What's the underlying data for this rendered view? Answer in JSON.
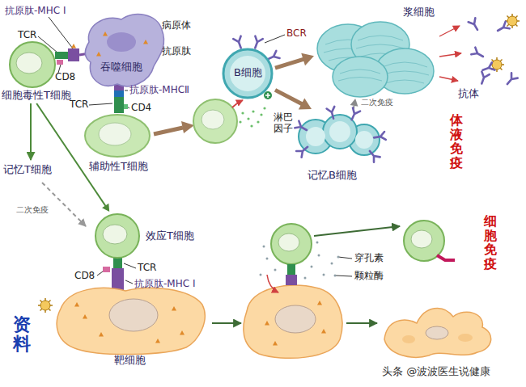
{
  "diagram": {
    "nodes": [
      {
        "text": [
          "细胞毒性T细胞"
        ]
      },
      {
        "text": [
          "吞噬细胞"
        ]
      },
      {
        "text": [
          "辅助性T细胞"
        ]
      },
      {
        "text": [
          "B细胞"
        ]
      },
      {
        "text": [
          "浆细胞"
        ]
      },
      {
        "text": [
          "记忆B细胞"
        ]
      },
      {
        "text": [
          "效应T细胞"
        ]
      },
      {
        "text": [
          "靶细胞"
        ]
      }
    ],
    "edges": [
      {
        "from": 0,
        "to": 6,
        "arrow": "to"
      },
      {
        "from": 3,
        "to": 4,
        "arrow": "to"
      },
      {
        "from": 3,
        "to": 5,
        "arrow": "to"
      },
      {
        "from": 5,
        "to": 4,
        "label": "二次免疫",
        "arrow": "to"
      }
    ],
    "labels": [
      "抗原肽-MHC I",
      "TCR",
      "CD8",
      "病原体",
      "抗原肽",
      "抗原肽-MHCⅡ",
      "TCR",
      "CD4",
      "BCR",
      "淋巴因子",
      "抗体",
      "体液免疫",
      "记忆T细胞",
      "二次免疫",
      "TCR",
      "CD8",
      "抗原肽-MHC I",
      "穿孔素",
      "颗粒酶",
      "细胞免疫",
      "资料",
      "头条 @波波医生说健康"
    ]
  }
}
